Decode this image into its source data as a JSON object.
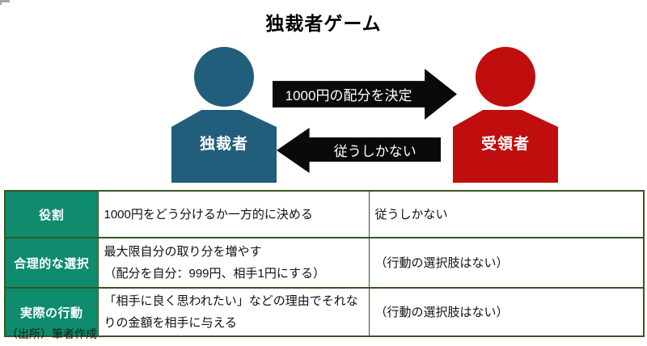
{
  "title": "独裁者ゲーム",
  "diagram": {
    "dictator": {
      "label": "独裁者",
      "color": "#205E7C"
    },
    "recipient": {
      "label": "受領者",
      "color": "#C00D0D"
    },
    "arrow_right": {
      "label": "1000円の配分を決定",
      "color": "#0A0A0A"
    },
    "arrow_left": {
      "label": "従うしかない",
      "color": "#0A0A0A"
    }
  },
  "table": {
    "border_color": "#375623",
    "header_fill": "#0E8C6D",
    "rows": [
      {
        "header": "役割",
        "dictator": "1000円をどう分けるか一方的に決める",
        "recipient": "従うしかない"
      },
      {
        "header": "合理的な選択",
        "dictator": "最大限自分の取り分を増やす\n（配分を自分：999円、相手1円にする）",
        "recipient": "（行動の選択肢はない）"
      },
      {
        "header": "実際の行動",
        "dictator": "「相手に良く思われたい」などの理由でそれなりの金額を相手に与える",
        "recipient": "（行動の選択肢はない）"
      }
    ]
  },
  "source_note": "（出所）筆者作成"
}
